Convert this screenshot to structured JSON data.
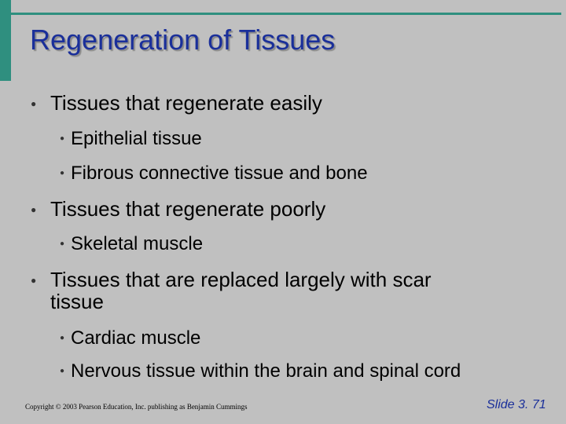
{
  "slide": {
    "title": "Regeneration of Tissues",
    "bullets": {
      "b1": "Tissues that regenerate easily",
      "b1_sub1": "Epithelial tissue",
      "b1_sub2": "Fibrous connective tissue and bone",
      "b2": "Tissues that regenerate poorly",
      "b2_sub1": "Skeletal muscle",
      "b3_line1": "Tissues that are replaced largely with scar",
      "b3_line2": "tissue",
      "b3_sub1": "Cardiac muscle",
      "b3_sub2": "Nervous tissue within the brain and spinal cord"
    },
    "bullet_glyph": "●",
    "footer": {
      "copyright": "Copyright © 2003 Pearson Education, Inc. publishing as Benjamin Cummings",
      "slide_number": "Slide 3. 71"
    },
    "colors": {
      "background": "#c0c0c0",
      "accent": "#2f8f7f",
      "title": "#1a2f9a"
    }
  }
}
